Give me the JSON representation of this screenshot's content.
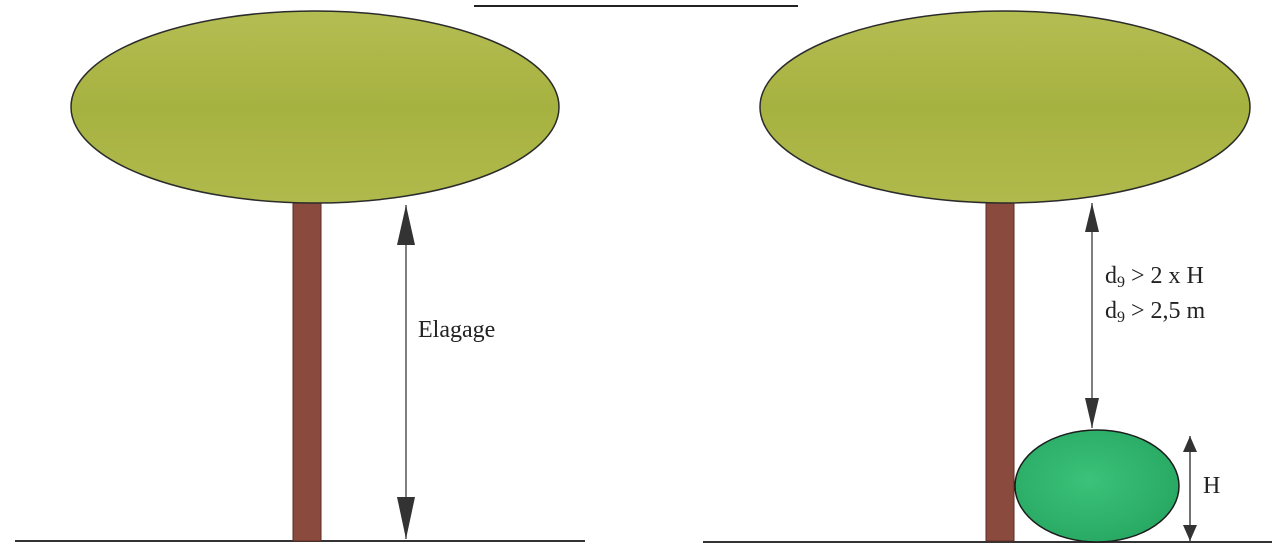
{
  "left_figure": {
    "label": "Elagage",
    "canopy_color": "#a9b543",
    "trunk_color": "#8b4a3e"
  },
  "right_figure": {
    "condition_line_1_symbol": "d",
    "condition_line_1_subscript": "9",
    "condition_line_1_rest": " > 2 x H",
    "condition_line_2_symbol": "d",
    "condition_line_2_subscript": "9",
    "condition_line_2_rest": " > 2,5 m",
    "shrub_label": "H",
    "canopy_color": "#a9b543",
    "trunk_color": "#8b4a3e",
    "shrub_color": "#2fb36c"
  }
}
